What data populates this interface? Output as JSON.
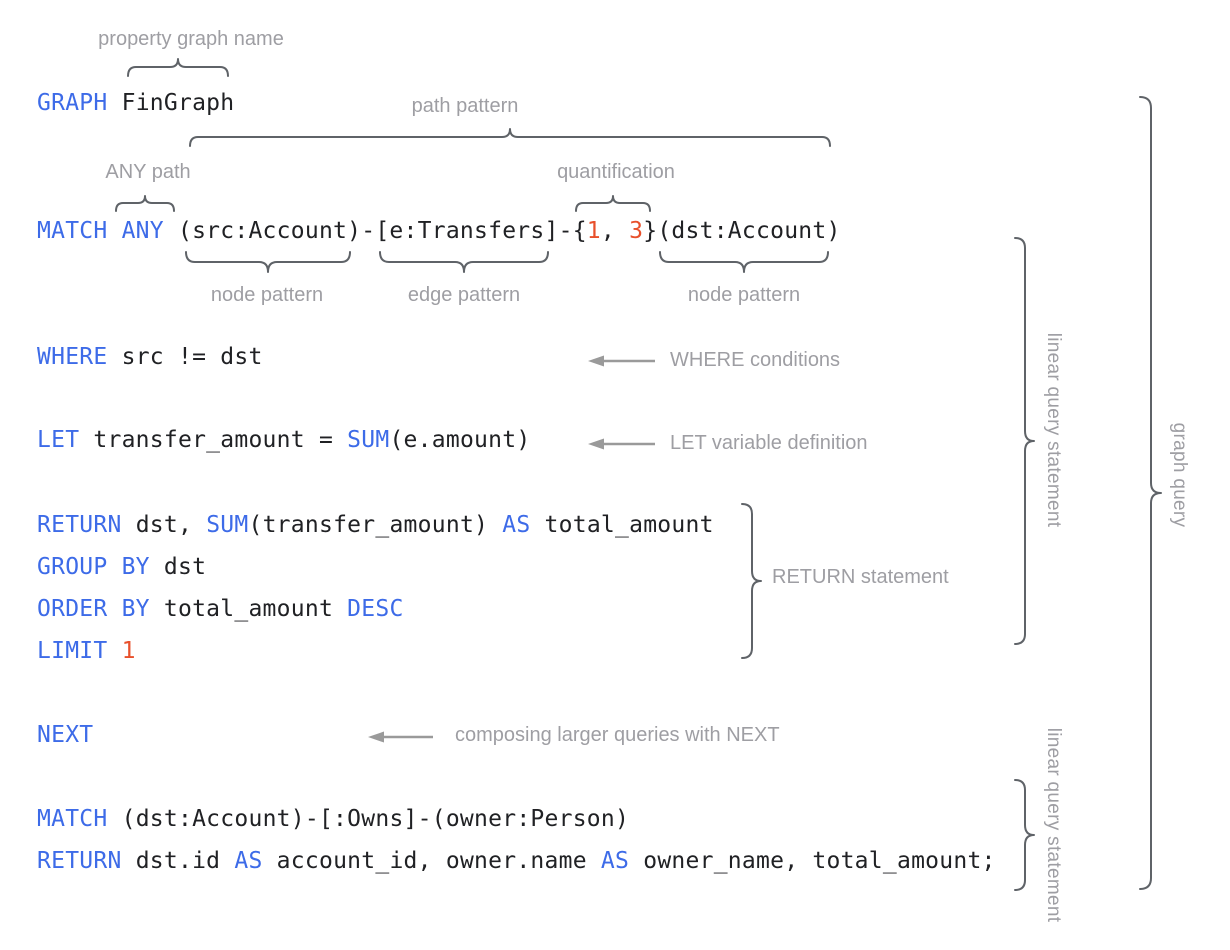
{
  "colors": {
    "keyword": "#3d6be8",
    "number": "#e8502b",
    "code": "#202124",
    "label": "#9e9ea3",
    "brace": "#5f6368",
    "arrow": "#9a9a9a",
    "background": "#ffffff"
  },
  "annotations": {
    "property_graph_name": "property graph name",
    "path_pattern": "path pattern",
    "any_path": "ANY path",
    "quantification": "quantification",
    "node_pattern_left": "node pattern",
    "edge_pattern": "edge pattern",
    "node_pattern_right": "node pattern",
    "where_conditions": "WHERE conditions",
    "let_variable_definition": "LET variable definition",
    "return_statement": "RETURN statement",
    "composing_next": "composing larger queries with NEXT",
    "linear_query_statement_top": "linear query statement",
    "graph_query": "graph query",
    "linear_query_statement_bottom": "linear query statement"
  },
  "code": {
    "graph_line": [
      {
        "t": "GRAPH",
        "k": "kw"
      },
      {
        "t": " FinGraph",
        "k": "plain"
      }
    ],
    "match_line": [
      {
        "t": "MATCH ANY",
        "k": "kw"
      },
      {
        "t": " (src:Account)-[e:Transfers]-{",
        "k": "plain"
      },
      {
        "t": "1",
        "k": "num"
      },
      {
        "t": ", ",
        "k": "plain"
      },
      {
        "t": "3",
        "k": "num"
      },
      {
        "t": "}(dst:Account)",
        "k": "plain"
      }
    ],
    "where_line": [
      {
        "t": "WHERE",
        "k": "kw"
      },
      {
        "t": " src != dst",
        "k": "plain"
      }
    ],
    "let_line": [
      {
        "t": "LET",
        "k": "kw"
      },
      {
        "t": " transfer_amount = ",
        "k": "plain"
      },
      {
        "t": "SUM",
        "k": "kw"
      },
      {
        "t": "(e.amount)",
        "k": "plain"
      }
    ],
    "return_line": [
      {
        "t": "RETURN",
        "k": "kw"
      },
      {
        "t": " dst, ",
        "k": "plain"
      },
      {
        "t": "SUM",
        "k": "kw"
      },
      {
        "t": "(transfer_amount) ",
        "k": "plain"
      },
      {
        "t": "AS",
        "k": "kw"
      },
      {
        "t": " total_amount",
        "k": "plain"
      }
    ],
    "group_line": [
      {
        "t": "GROUP BY",
        "k": "kw"
      },
      {
        "t": " dst",
        "k": "plain"
      }
    ],
    "order_line": [
      {
        "t": "ORDER BY",
        "k": "kw"
      },
      {
        "t": " total_amount ",
        "k": "plain"
      },
      {
        "t": "DESC",
        "k": "kw"
      }
    ],
    "limit_line": [
      {
        "t": "LIMIT",
        "k": "kw"
      },
      {
        "t": " ",
        "k": "plain"
      },
      {
        "t": "1",
        "k": "num"
      }
    ],
    "next_line": [
      {
        "t": "NEXT",
        "k": "kw"
      }
    ],
    "match2_line": [
      {
        "t": "MATCH",
        "k": "kw"
      },
      {
        "t": " (dst:Account)-[:Owns]-(owner:Person)",
        "k": "plain"
      }
    ],
    "return2_line": [
      {
        "t": "RETURN",
        "k": "kw"
      },
      {
        "t": " dst.id ",
        "k": "plain"
      },
      {
        "t": "AS",
        "k": "kw"
      },
      {
        "t": " account_id, owner.name ",
        "k": "plain"
      },
      {
        "t": "AS",
        "k": "kw"
      },
      {
        "t": " owner_name, total_amount;",
        "k": "plain"
      }
    ]
  }
}
